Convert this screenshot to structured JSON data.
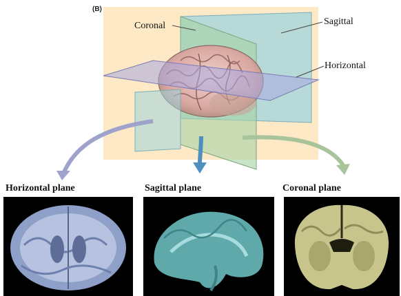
{
  "panel_label": "(B)",
  "planes": {
    "coronal": "Coronal",
    "sagittal": "Sagittal",
    "horizontal": "Horizontal"
  },
  "sections": [
    {
      "title": "Horizontal plane"
    },
    {
      "title": "Sagittal plane"
    },
    {
      "title": "Coronal plane"
    }
  ],
  "colors": {
    "background_box": "#fde9c6",
    "horizontal_plane": "#a8a8e0",
    "sagittal_plane": "#9fd3dc",
    "coronal_plane": "#9fcfa8",
    "brain": "#e3b9b4",
    "horizontal_slice": "#8fa0c8",
    "sagittal_slice": "#5fa9ab",
    "coronal_slice": "#c7c58c"
  }
}
